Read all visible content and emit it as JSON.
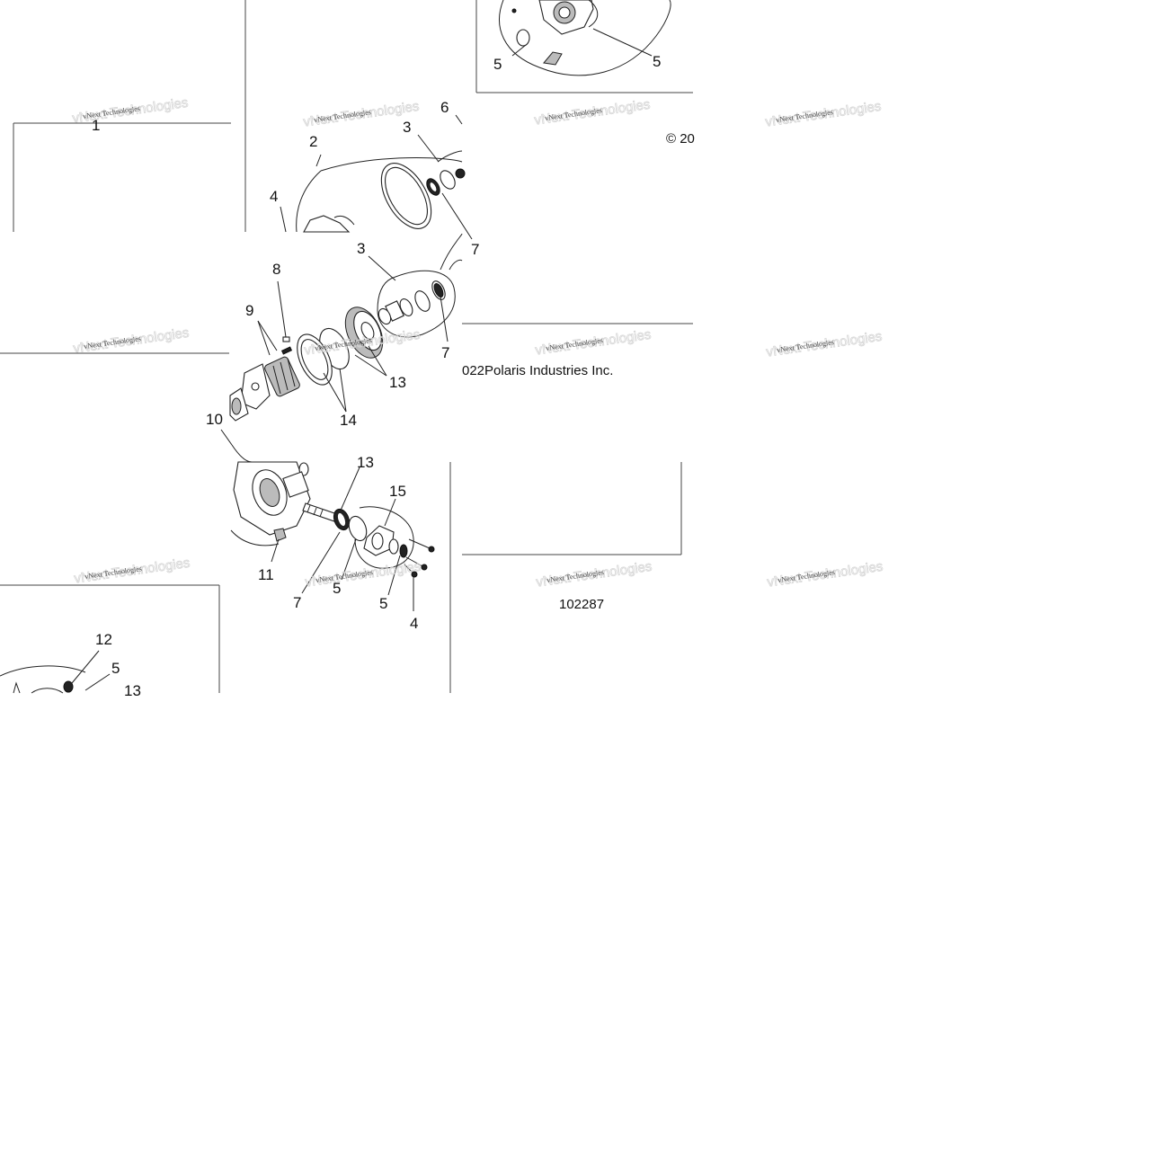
{
  "diagram": {
    "copyright_text": "022Polaris Industries Inc.",
    "copyright_partial": "© 20",
    "figure_number": "102287",
    "watermark": "vNext Technologies",
    "callouts": {
      "top_5a": "5",
      "top_5b": "5",
      "t_1": "1",
      "t_2": "2",
      "t_3": "3",
      "t_4": "4",
      "t_6": "6",
      "t_7": "7",
      "m_3": "3",
      "m_7": "7",
      "m_8": "8",
      "m_9": "9",
      "m_10": "10",
      "m_13": "13",
      "m_14": "14",
      "b_13": "13",
      "b_15": "15",
      "b_11": "11",
      "b_7": "7",
      "b_5a": "5",
      "b_5b": "5",
      "b_4": "4",
      "l_12": "12",
      "l_5": "5",
      "l_13": "13"
    }
  }
}
